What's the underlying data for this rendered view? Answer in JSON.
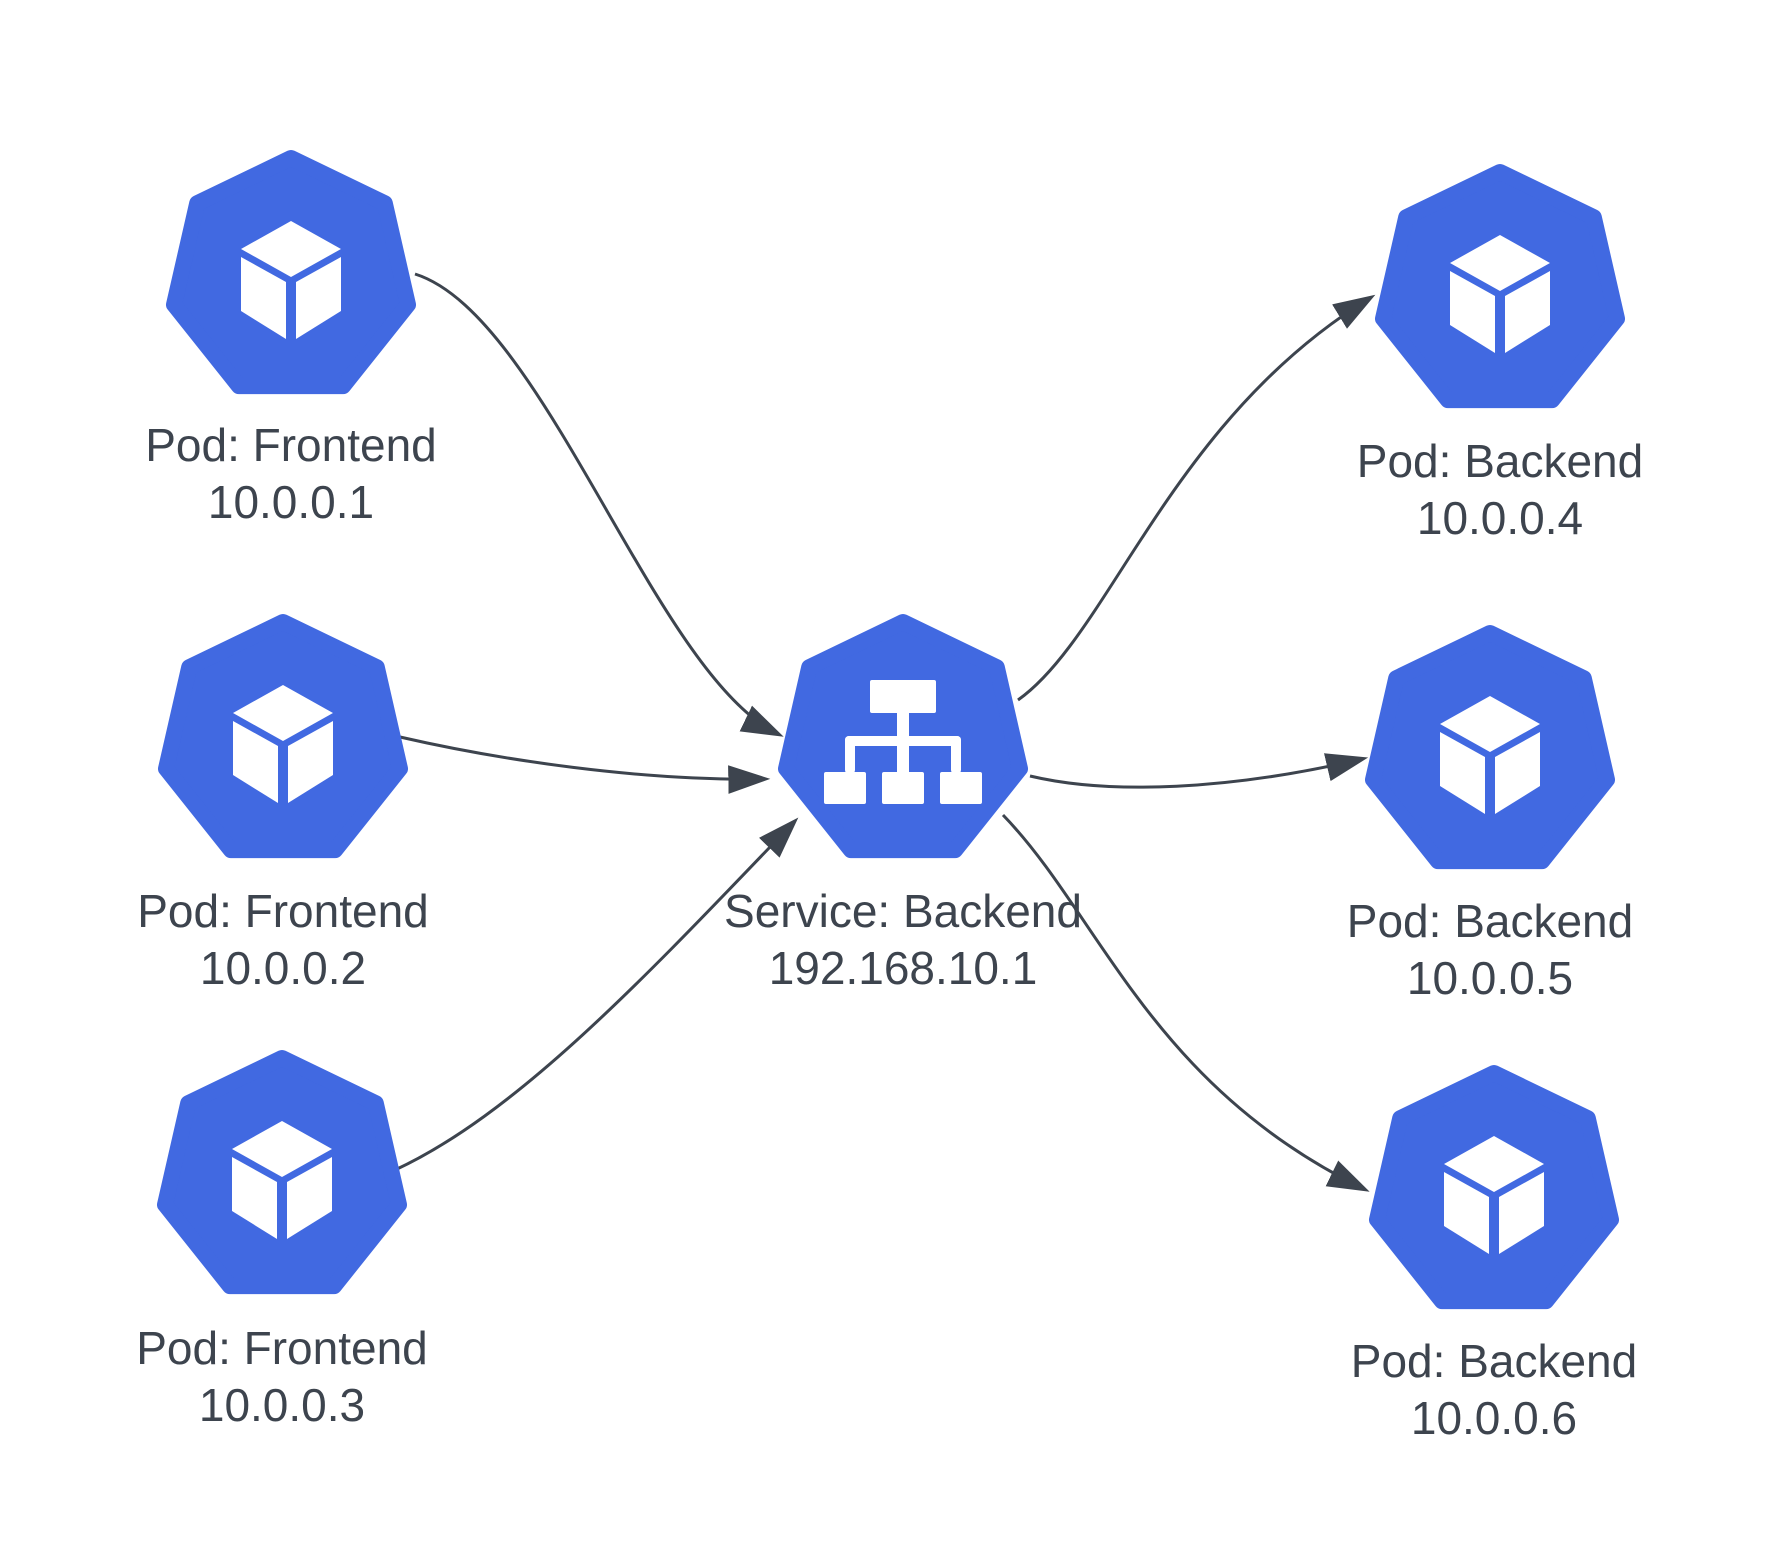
{
  "diagram": {
    "type": "kubernetes-service-routing",
    "colors": {
      "node_fill": "#4169E1",
      "icon_fill": "#FFFFFF",
      "text": "#3D444E",
      "edge": "#3D444E",
      "background": "#FFFFFF"
    },
    "nodes": [
      {
        "id": "frontend-1",
        "type": "pod",
        "label": "Pod: Frontend",
        "ip": "10.0.0.1",
        "icon": "kubernetes-pod-icon"
      },
      {
        "id": "frontend-2",
        "type": "pod",
        "label": "Pod: Frontend",
        "ip": "10.0.0.2",
        "icon": "kubernetes-pod-icon"
      },
      {
        "id": "frontend-3",
        "type": "pod",
        "label": "Pod: Frontend",
        "ip": "10.0.0.3",
        "icon": "kubernetes-pod-icon"
      },
      {
        "id": "service-backend",
        "type": "service",
        "label": "Service: Backend",
        "ip": "192.168.10.1",
        "icon": "kubernetes-service-icon"
      },
      {
        "id": "backend-1",
        "type": "pod",
        "label": "Pod: Backend",
        "ip": "10.0.0.4",
        "icon": "kubernetes-pod-icon"
      },
      {
        "id": "backend-2",
        "type": "pod",
        "label": "Pod: Backend",
        "ip": "10.0.0.5",
        "icon": "kubernetes-pod-icon"
      },
      {
        "id": "backend-3",
        "type": "pod",
        "label": "Pod: Backend",
        "ip": "10.0.0.6",
        "icon": "kubernetes-pod-icon"
      }
    ],
    "edges": [
      {
        "from": "frontend-1",
        "to": "service-backend",
        "style": "curved",
        "arrowhead": "solid-triangle"
      },
      {
        "from": "frontend-2",
        "to": "service-backend",
        "style": "curved",
        "arrowhead": "solid-triangle"
      },
      {
        "from": "frontend-3",
        "to": "service-backend",
        "style": "curved",
        "arrowhead": "solid-triangle"
      },
      {
        "from": "service-backend",
        "to": "backend-1",
        "style": "curved",
        "arrowhead": "solid-triangle"
      },
      {
        "from": "service-backend",
        "to": "backend-2",
        "style": "curved",
        "arrowhead": "solid-triangle"
      },
      {
        "from": "service-backend",
        "to": "backend-3",
        "style": "curved",
        "arrowhead": "solid-triangle"
      }
    ]
  }
}
